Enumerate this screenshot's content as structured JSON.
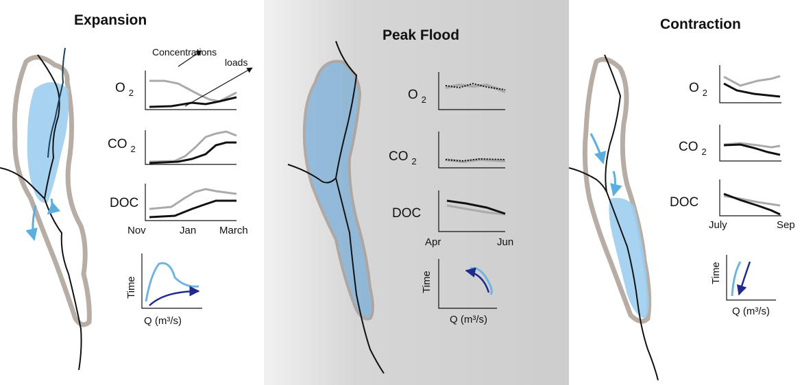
{
  "titles": {
    "expansion": "Expansion",
    "peak": "Peak Flood",
    "contraction": "Contraction"
  },
  "annotations": {
    "concentrations": "Concentrations",
    "loads": "loads"
  },
  "variables": {
    "o2": "O",
    "co2": "CO",
    "doc": "DOC",
    "sub2": "2"
  },
  "axes": {
    "time": "Time",
    "discharge": "Q (m³/s)"
  },
  "ticks": {
    "expansion": [
      "Nov",
      "Jan",
      "March"
    ],
    "peak": [
      "Apr",
      "Jun"
    ],
    "contraction": [
      "July",
      "Sep"
    ]
  },
  "colors": {
    "concentration_line": "#aaaaaa",
    "load_line": "#111111",
    "flood_extent": "#9dcdee",
    "river": "#1c3d5a",
    "floodplain_outline": "#b7ada5",
    "hysteresis_loop": "#6fb3e0",
    "direction_arrow": "#1f2a8a",
    "peak_panel_bg": "#d2d2d2"
  }
}
